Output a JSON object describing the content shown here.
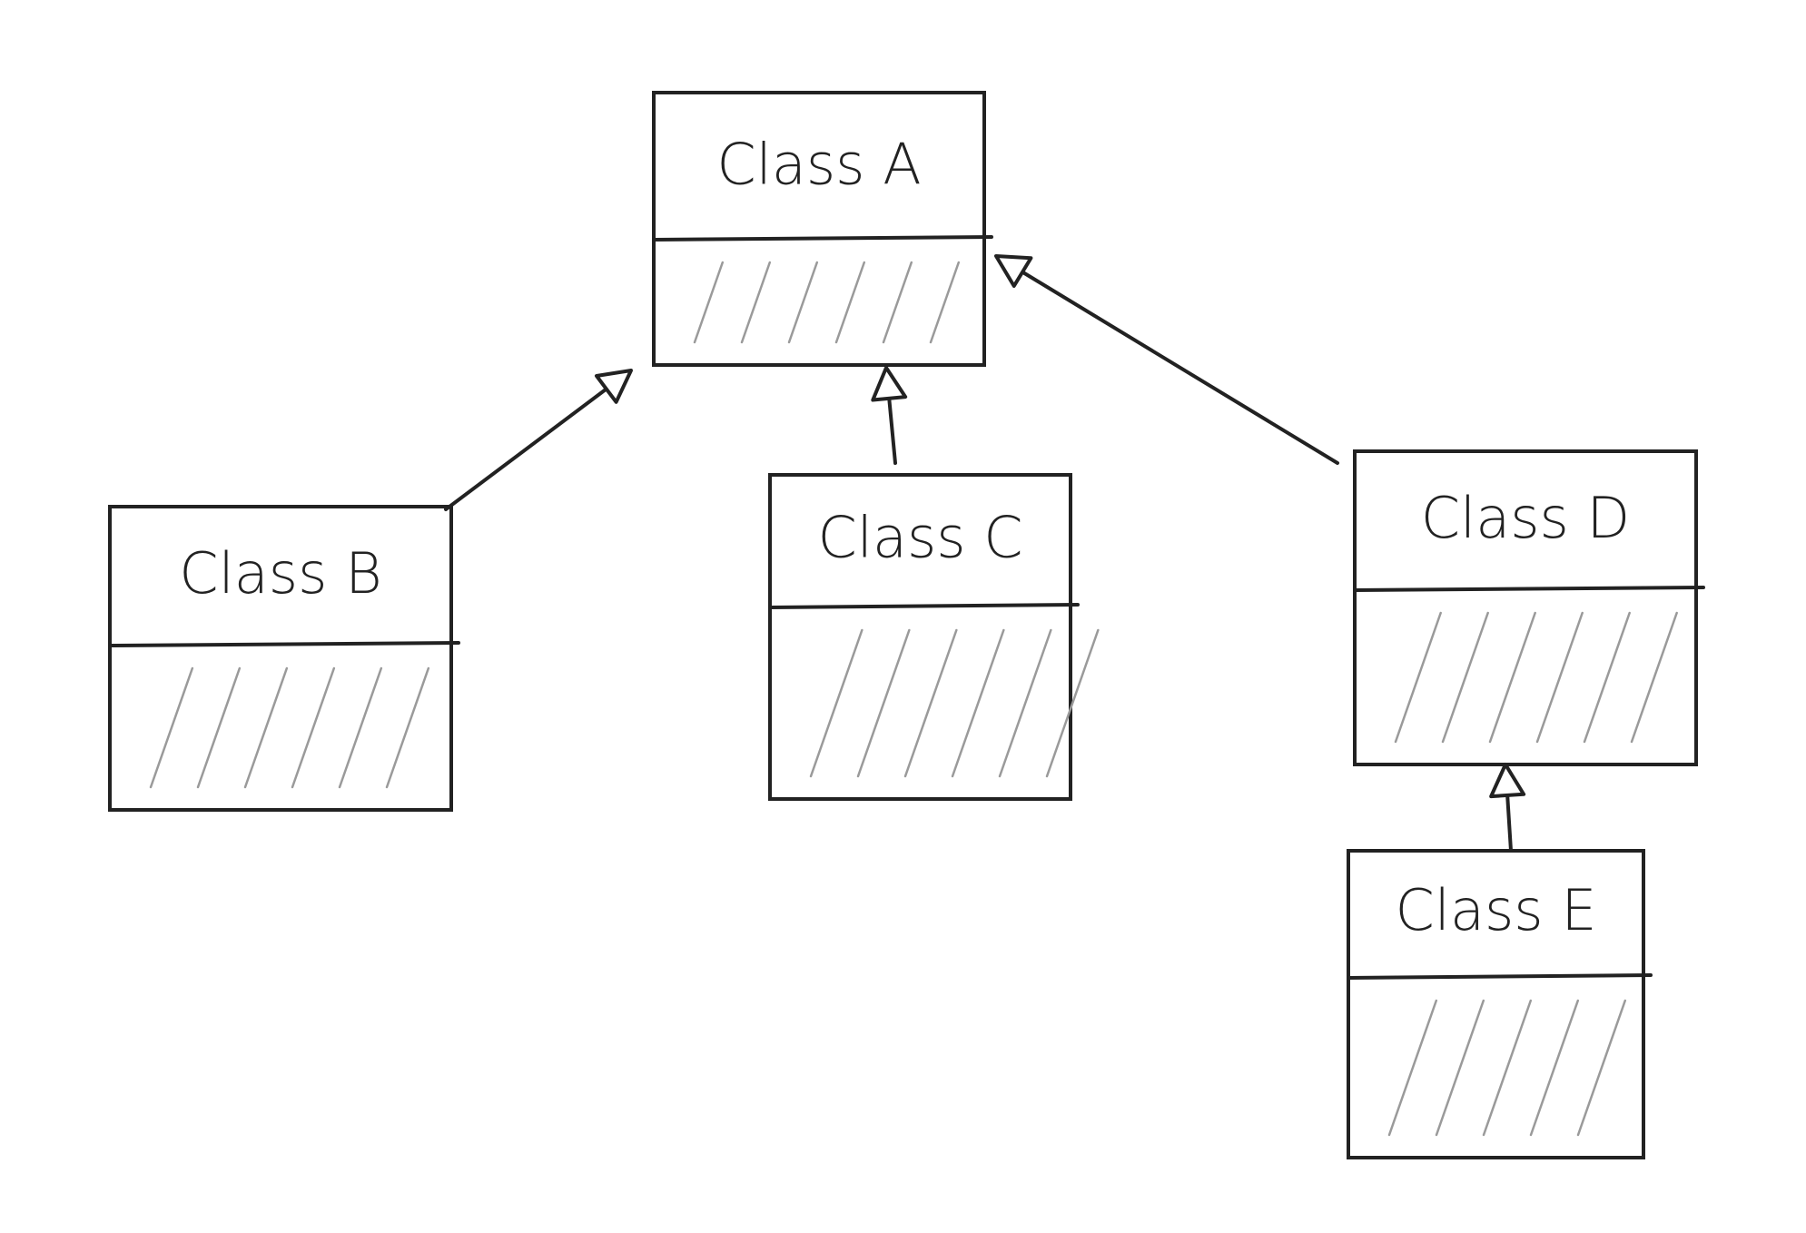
{
  "diagram": {
    "type": "uml-class-diagram",
    "style": "hand-drawn",
    "classes": [
      {
        "id": "A",
        "name": "Class A"
      },
      {
        "id": "B",
        "name": "Class B"
      },
      {
        "id": "C",
        "name": "Class C"
      },
      {
        "id": "D",
        "name": "Class D"
      },
      {
        "id": "E",
        "name": "Class E"
      }
    ],
    "relations": [
      {
        "from": "B",
        "to": "A",
        "kind": "generalization"
      },
      {
        "from": "C",
        "to": "A",
        "kind": "generalization"
      },
      {
        "from": "D",
        "to": "A",
        "kind": "generalization"
      },
      {
        "from": "E",
        "to": "D",
        "kind": "generalization"
      }
    ],
    "colors": {
      "ink": "#222222",
      "hatch": "#9a9a9a",
      "background": "#ffffff"
    }
  }
}
